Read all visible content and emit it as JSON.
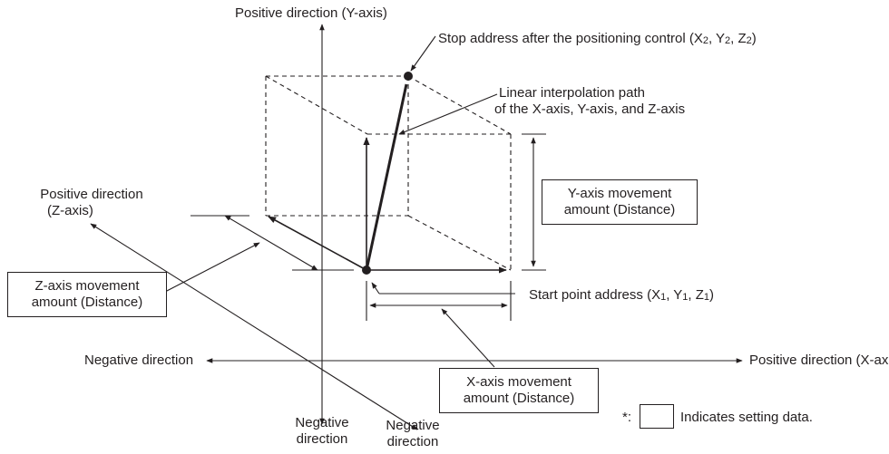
{
  "labels": {
    "y_positive": "Positive direction (Y-axis)",
    "stop_address_prefix": "Stop address after the positioning control (X",
    "stop_address_sep1": ", Y",
    "stop_address_sep2": ", Z",
    "stop_address_suffix": ")",
    "stop_address_sub": "2",
    "path_line1": "Linear interpolation path",
    "path_line2": "of  the X-axis, Y-axis, and Z-axis",
    "z_positive_line1": "Positive direction",
    "z_positive_line2": "(Z-axis)",
    "start_address_prefix": "Start point address (X",
    "start_address_sep1": ", Y",
    "start_address_sep2": ", Z",
    "start_address_suffix": ")",
    "start_address_sub": "1",
    "x_negative": "Negative direction",
    "x_positive": "Positive direction (X-axis)",
    "y_negative_line1": "Negative",
    "y_negative_line2": "direction",
    "z_negative_line1": "Negative",
    "z_negative_line2": "direction",
    "legend_prefix": "*:",
    "legend_text": "Indicates setting data."
  },
  "boxes": {
    "y_movement_line1": "Y-axis movement",
    "y_movement_line2": "amount (Distance)",
    "z_movement_line1": "Z-axis movement",
    "z_movement_line2": "amount (Distance)",
    "x_movement_line1": "X-axis movement",
    "x_movement_line2": "amount (Distance)"
  },
  "colors": {
    "ink": "#231f20"
  }
}
